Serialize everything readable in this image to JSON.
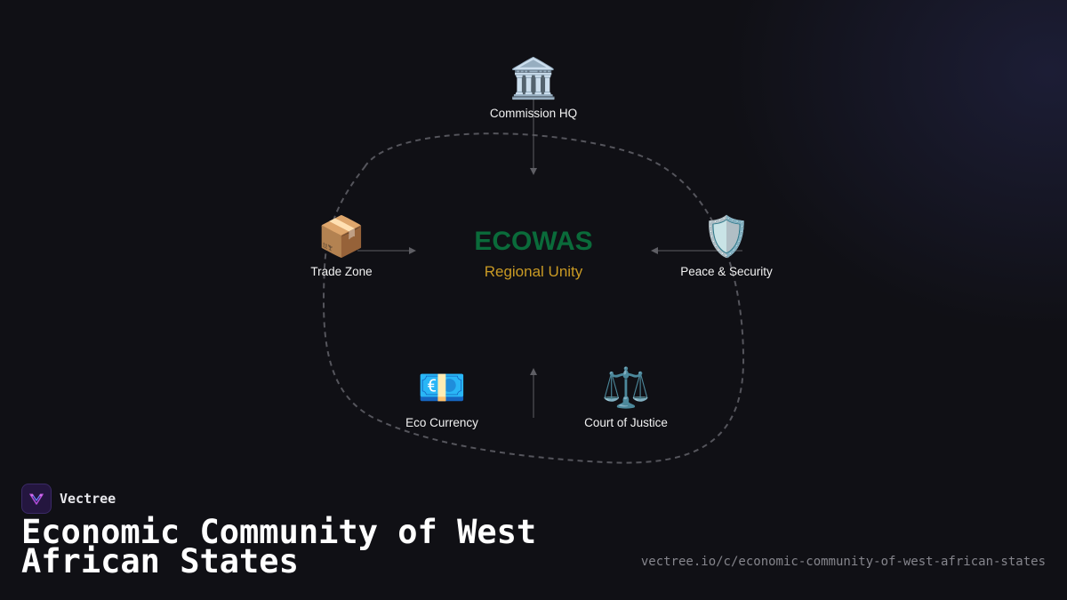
{
  "diagram": {
    "center": {
      "title": "ECOWAS",
      "subtitle": "Regional Unity"
    },
    "nodes": [
      {
        "id": "commission-hq",
        "label": "Commission HQ",
        "icon": "🏛️",
        "icon_name": "classical-building-icon"
      },
      {
        "id": "trade-zone",
        "label": "Trade Zone",
        "icon": "📦",
        "icon_name": "package-icon"
      },
      {
        "id": "peace-security",
        "label": "Peace & Security",
        "icon": "🛡️",
        "icon_name": "shield-icon"
      },
      {
        "id": "eco-currency",
        "label": "Eco Currency",
        "icon": "💶",
        "icon_name": "euro-banknote-icon"
      },
      {
        "id": "court-of-justice",
        "label": "Court of Justice",
        "icon": "⚖️",
        "icon_name": "balance-scale-icon"
      }
    ]
  },
  "brand": {
    "name": "Vectree",
    "icon_name": "vectree-logo-icon"
  },
  "footer": {
    "title": "Economic Community of West African States",
    "url": "vectree.io/c/economic-community-of-west-african-states"
  },
  "colors": {
    "background": "#101015",
    "center_title": "#0a6b3a",
    "center_subtitle": "#c99a24",
    "connector": "#5a5a60",
    "brand_accent": "#b04cd8"
  }
}
